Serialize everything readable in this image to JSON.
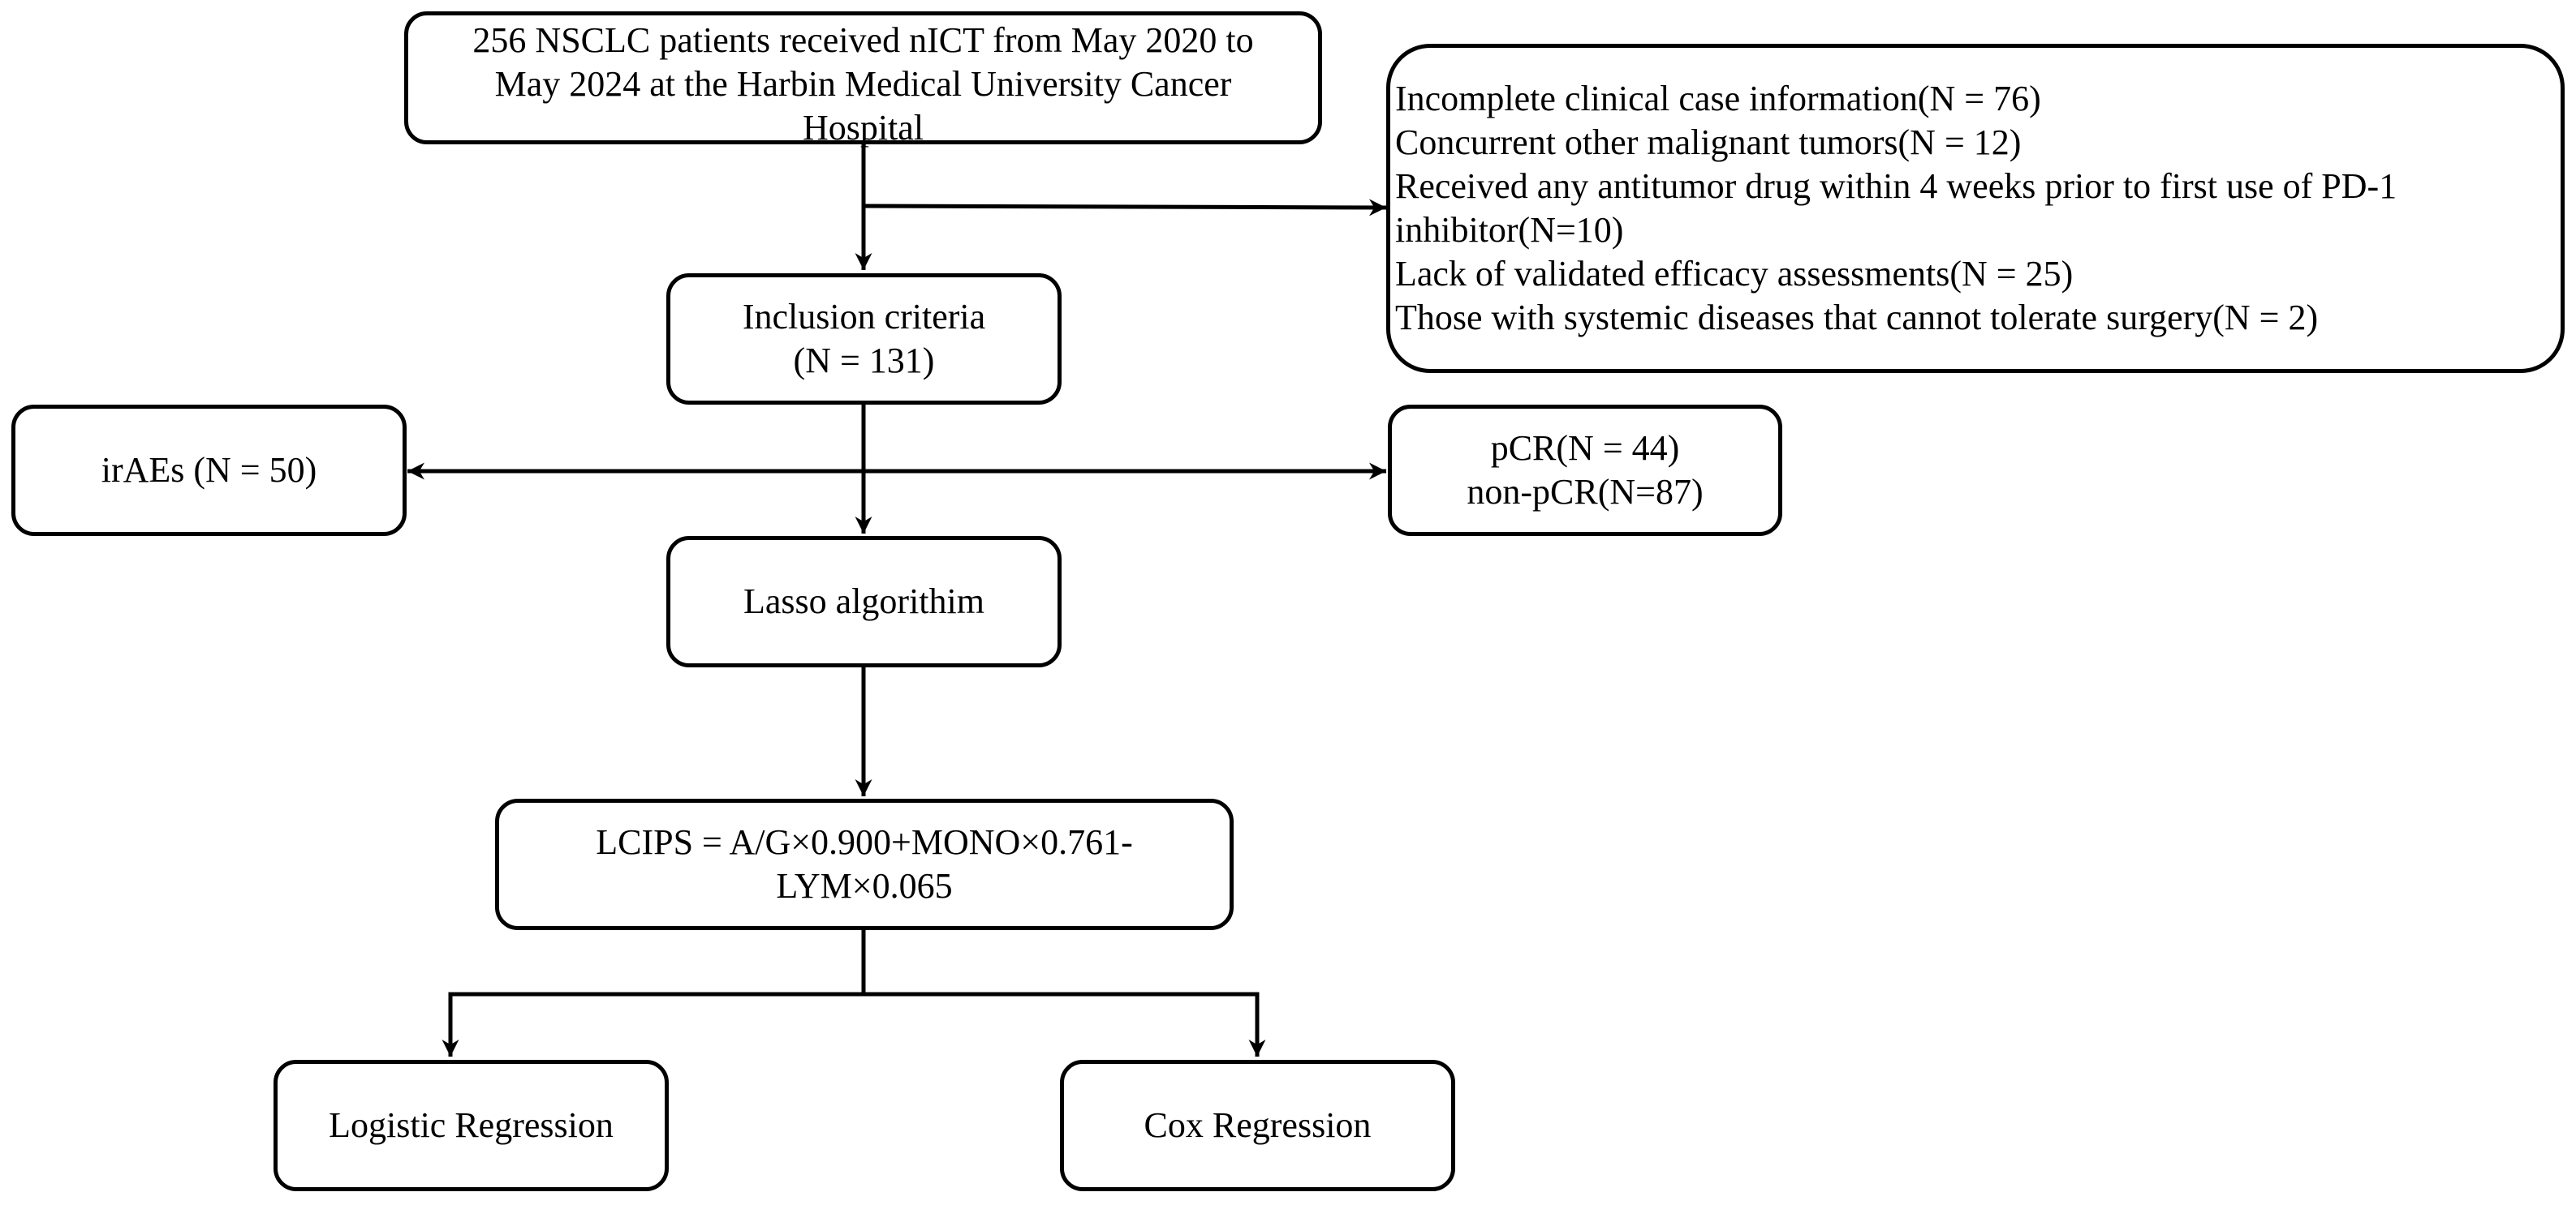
{
  "nodes": {
    "source": {
      "lines": [
        "256 NSCLC patients received nICT from May 2020 to",
        "May 2024 at the  Harbin Medical University Cancer",
        "Hospital"
      ]
    },
    "exclusion": {
      "lines": [
        "Incomplete clinical case information(N = 76)",
        "Concurrent other malignant tumors(N = 12)",
        "Received any antitumor drug within 4 weeks prior to first use of PD-1",
        "inhibitor(N=10)",
        "Lack of validated efficacy assessments(N = 25)",
        "Those with systemic diseases that cannot tolerate surgery(N = 2)"
      ]
    },
    "inclusion": {
      "lines": [
        "Inclusion criteria",
        "(N = 131)"
      ]
    },
    "iraes": {
      "lines": [
        "irAEs (N = 50)"
      ]
    },
    "pcr": {
      "lines": [
        "pCR(N = 44)",
        "non-pCR(N=87)"
      ]
    },
    "lasso": {
      "lines": [
        "Lasso algorithim"
      ]
    },
    "lcips": {
      "lines": [
        "LCIPS = A/G×0.900+MONO×0.761-",
        "LYM×0.065"
      ]
    },
    "logistic": {
      "lines": [
        "Logistic Regression"
      ]
    },
    "cox": {
      "lines": [
        "Cox Regression"
      ]
    }
  }
}
